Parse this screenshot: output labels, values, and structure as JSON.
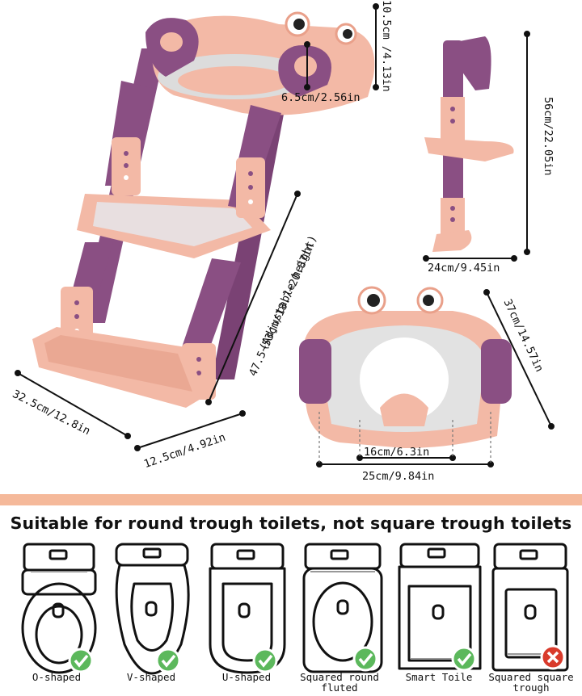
{
  "dimensions": {
    "height_top": "10.5cm /4.13in",
    "gap_top": "6.5cm/2.56in",
    "ladder_height": "47.5~53cm/18.7~20.87in",
    "ladder_height_note": "(Adjustable height)",
    "base_width": "32.5cm/12.8in",
    "step_depth": "12.5cm/4.92in",
    "side_height": "56cm/22.05in",
    "side_depth": "24cm/9.45in",
    "seat_length": "37cm/14.57in",
    "seat_inner": "16cm/6.3in",
    "seat_outer": "25cm/9.84in"
  },
  "headline": "Suitable for round trough toilets, not square trough toilets",
  "toilets": [
    {
      "label": "O-shaped",
      "status": "ok"
    },
    {
      "label": "V-shaped",
      "status": "ok"
    },
    {
      "label": "U-shaped",
      "status": "ok"
    },
    {
      "label": "Squared round fluted",
      "status": "ok"
    },
    {
      "label": "Smart Toile",
      "status": "ok"
    },
    {
      "label": "Squared square trough",
      "status": "no"
    }
  ],
  "colors": {
    "pink": "#f3b9a6",
    "pink_dark": "#e9a08a",
    "purple": "#8a4f83",
    "purple_dark": "#6e3a68",
    "check": "#5cb85c",
    "cross": "#d93a2b",
    "band": "#f5b99a"
  }
}
